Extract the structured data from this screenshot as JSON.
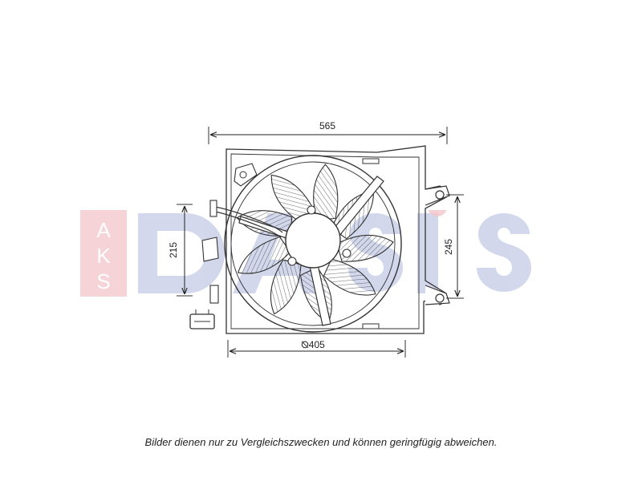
{
  "watermark": {
    "brand_letters": "AKS",
    "brand_word": "DASIS",
    "color_red": "#e8a0a8",
    "color_blue": "#aab4dc"
  },
  "dimensions": {
    "width": "565",
    "height_left": "215",
    "height_right": "245",
    "fan_diameter": "⦰405"
  },
  "caption": "Bilder dienen nur zu Vergleichszwecken und können geringfügig abweichen.",
  "colors": {
    "line": "#333333"
  }
}
